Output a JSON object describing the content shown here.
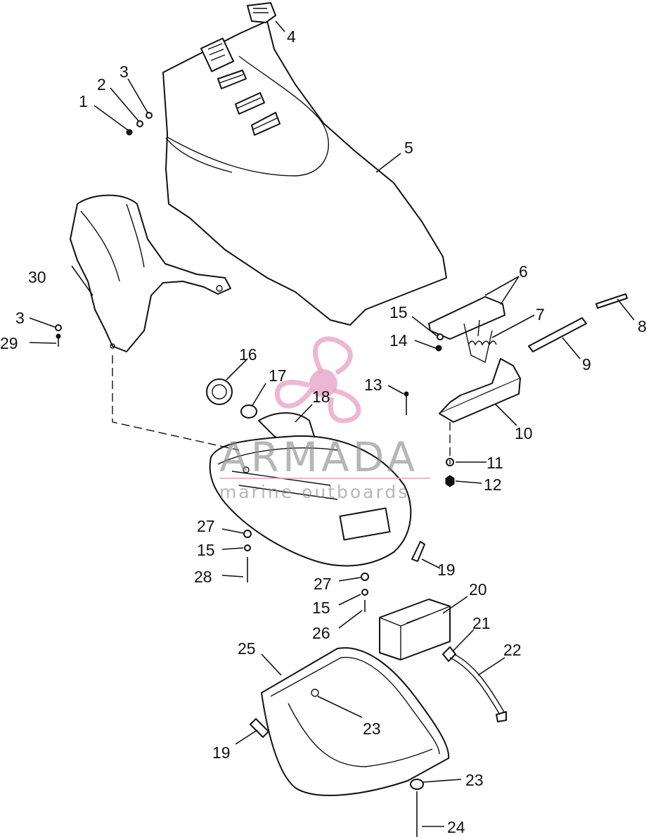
{
  "watermark": {
    "brand": "ARMADA",
    "tagline": "marine outboards",
    "logo_color": "#e9a5c8",
    "text_color": "#8a8a8a"
  },
  "callouts": {
    "c1": "1",
    "c2": "2",
    "c3a": "3",
    "c3b": "3",
    "c4": "4",
    "c5": "5",
    "c6": "6",
    "c7": "7",
    "c8": "8",
    "c9": "9",
    "c10": "10",
    "c11": "11",
    "c12": "12",
    "c13": "13",
    "c14": "14",
    "c15a": "15",
    "c15b": "15",
    "c15c": "15",
    "c16": "16",
    "c17": "17",
    "c18": "18",
    "c19a": "19",
    "c19b": "19",
    "c20": "20",
    "c21": "21",
    "c22": "22",
    "c23a": "23",
    "c23b": "23",
    "c24": "24",
    "c25": "25",
    "c26": "26",
    "c27a": "27",
    "c27b": "27",
    "c28": "28",
    "c29": "29",
    "c30": "30"
  }
}
